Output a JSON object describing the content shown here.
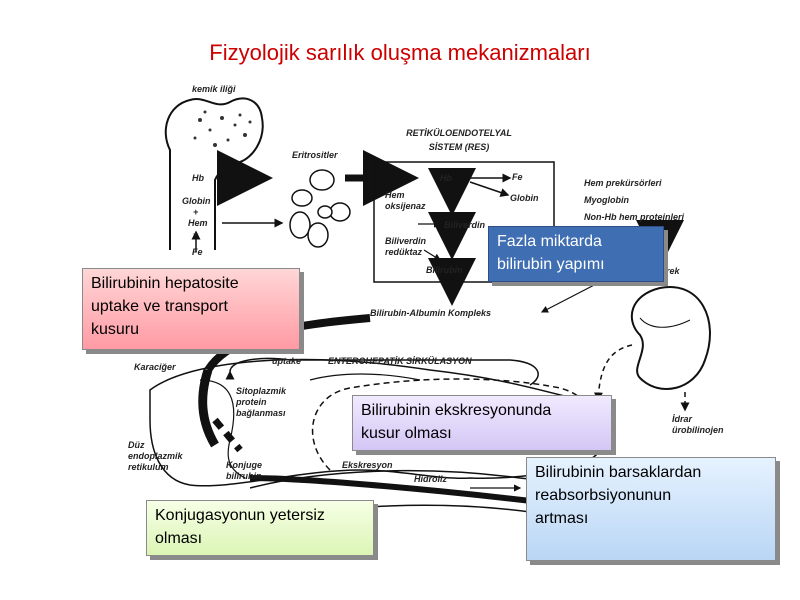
{
  "title": "Fizyolojik sarılık oluşma mekanizmaları",
  "diagram": {
    "kemik_iligi": "kemik iliği",
    "eritrositler": "Eritrositler",
    "res_line1": "RETİKÜLOENDOTELYAL",
    "res_line2": "SİSTEM (RES)",
    "hb_left": "Hb",
    "globin_left": "Globin",
    "plus1": "+",
    "hem_left": "Hem",
    "plus2": "+",
    "fe_left": "Fe",
    "hb_res": "Hb",
    "fe_res": "Fe",
    "globin_res": "Globin",
    "hem_oksijenaz_1": "Hem",
    "hem_oksijenaz_2": "oksijenaz",
    "biliverdin": "Biliverdin",
    "biliverdin_reduktaz_1": "Biliverdin",
    "biliverdin_reduktaz_2": "redüktaz",
    "bilirubin": "Bilirubin",
    "hem_prekursorleri": "Hem prekürsörleri",
    "myoglobin": "Myoglobin",
    "non_hb": "Non-Hb hem proteinleri",
    "bobrek_partial": "rek",
    "bilirubin_albumin": "Bilirubin-Albumin Kompleks",
    "karaciger": "Karaciğer",
    "uptake": "uptake",
    "enterohepatik": "ENTEROHEPATİK SİRKÜLASYON",
    "sitoplazmik_1": "Sitoplazmik",
    "sitoplazmik_2": "protein",
    "sitoplazmik_3": "bağlanması",
    "duz_1": "Düz",
    "duz_2": "endoplazmik",
    "duz_3": "retikulum",
    "konjuge_1": "Konjuge",
    "konjuge_2": "bilirubin",
    "ekskresyon": "Ekskresyon",
    "hidroliz": "Hidroliz",
    "idrar_1": "İdrar",
    "idrar_2": "ürobilinojen"
  },
  "callouts": {
    "hepatocyte": [
      "Bilirubinin hepatosite",
      "uptake ve transport",
      "kusuru"
    ],
    "fazla": [
      "Fazla miktarda",
      "bilirubin yapımı"
    ],
    "ekskresyon": [
      "Bilirubinin ekskresyonunda",
      "kusur olması"
    ],
    "barsak": [
      "Bilirubinin barsaklardan",
      "reabsorbsiyonunun",
      "artması"
    ],
    "konjugasyon": [
      "Konjugasyonun yetersiz",
      "olması"
    ]
  },
  "colors": {
    "title": "#cc0000",
    "fazla_box": "#3f6fb2",
    "hepatocyte_box": "#ff9aa4",
    "ekskresyon_box": "#d4c6f5",
    "barsak_box": "#b9d6f5",
    "konjugasyon_box": "#dcf5b5"
  }
}
